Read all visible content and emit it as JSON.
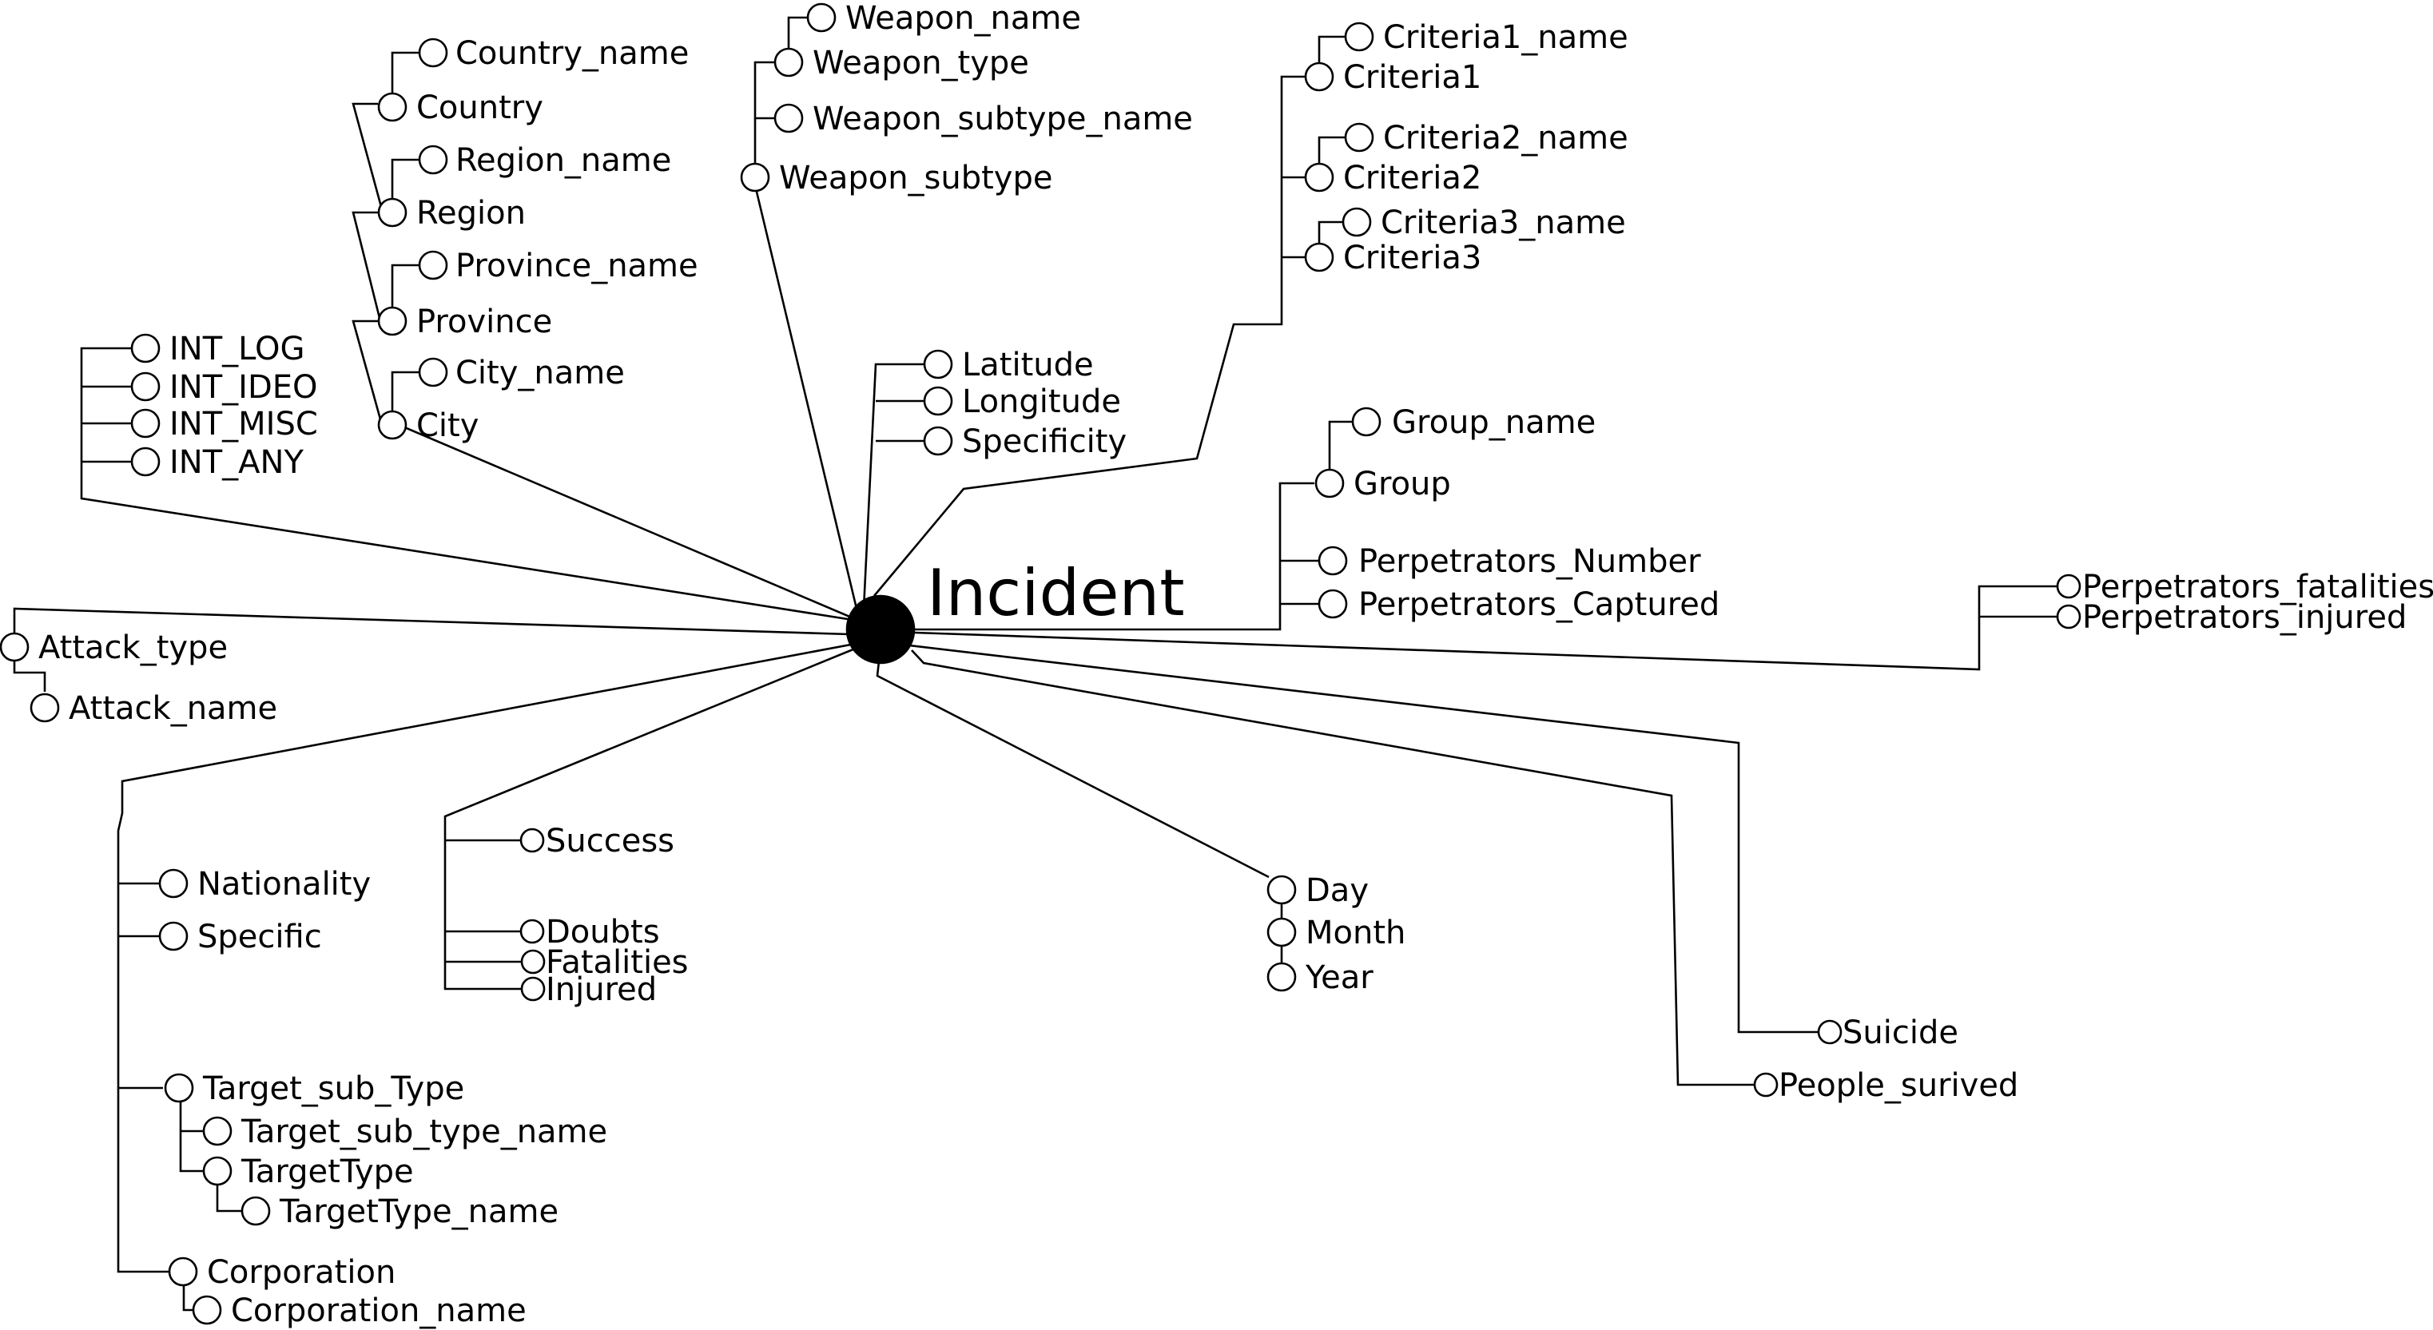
{
  "diagram": {
    "center": {
      "label": "Incident"
    },
    "attributes": {
      "country_name": "Country_name",
      "country": "Country",
      "region_name": "Region_name",
      "region": "Region",
      "province_name": "Province_name",
      "province": "Province",
      "city_name": "City_name",
      "city": "City",
      "weapon_name": "Weapon_name",
      "weapon_type": "Weapon_type",
      "weapon_subtype_name": "Weapon_subtype_name",
      "weapon_subtype": "Weapon_subtype",
      "criteria1_name": "Criteria1_name",
      "criteria1": "Criteria1",
      "criteria2_name": "Criteria2_name",
      "criteria2": "Criteria2",
      "criteria3_name": "Criteria3_name",
      "criteria3": "Criteria3",
      "int_log": "INT_LOG",
      "int_ideo": "INT_IDEO",
      "int_misc": "INT_MISC",
      "int_any": "INT_ANY",
      "latitude": "Latitude",
      "longitude": "Longitude",
      "specificity": "Specificity",
      "group_name": "Group_name",
      "group": "Group",
      "perpetrators_number": "Perpetrators_Number",
      "perpetrators_captured": "Perpetrators_Captured",
      "perpetrators_fatalities": "Perpetrators_fatalities",
      "perpetrators_injured": "Perpetrators_injured",
      "attack_type": "Attack_type",
      "attack_name": "Attack_name",
      "nationality": "Nationality",
      "specific": "Specific",
      "target_sub_type": "Target_sub_Type",
      "target_sub_type_name": "Target_sub_type_name",
      "target_type": "TargetType",
      "target_type_name": "TargetType_name",
      "corporation": "Corporation",
      "corporation_name": "Corporation_name",
      "success": "Success",
      "doubts": "Doubts",
      "fatalities": "Fatalities",
      "injured": "Injured",
      "day": "Day",
      "month": "Month",
      "year": "Year",
      "suicide": "Suicide",
      "people_survived": "People_surived"
    }
  }
}
